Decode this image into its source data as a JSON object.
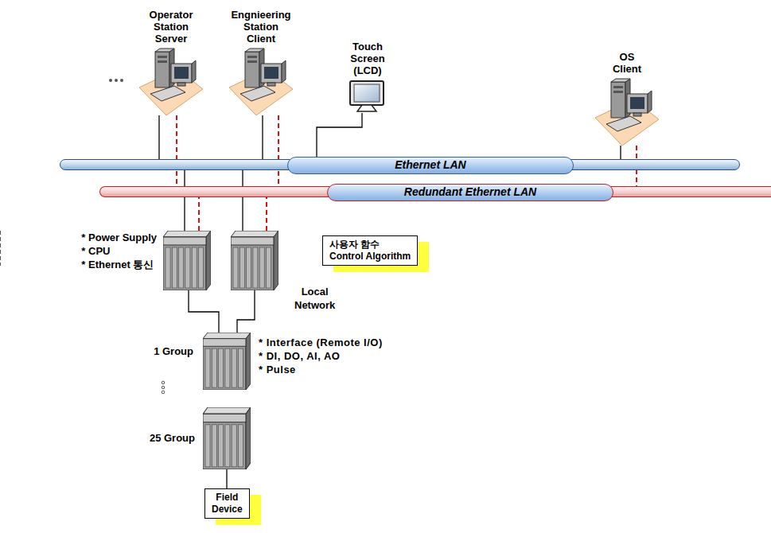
{
  "diagram": {
    "nodes": [
      {
        "text": [
          "Operator Station Server"
        ]
      },
      {
        "text": [
          "Engnieering Station Client"
        ]
      },
      {
        "text": [
          "Touch Screen (LCD)"
        ]
      },
      {
        "text": [
          "OS Client"
        ]
      },
      {
        "text": [
          "Ethernet LAN"
        ]
      },
      {
        "text": [
          "Redundant Ethernet LAN"
        ]
      },
      {
        "text": [
          "* Power Supply",
          "* CPU",
          "* Ethernet 통신"
        ]
      },
      {
        "text": [
          "Local Network"
        ]
      },
      {
        "text": [
          "사용자 함수",
          "Control Algorithm"
        ]
      },
      {
        "text": [
          "1 Group",
          "* Interface (Remote I/O)",
          "* DI, DO, AI, AO",
          "* Pulse"
        ]
      },
      {
        "text": [
          "25 Group"
        ]
      },
      {
        "text": [
          "Field Device"
        ]
      }
    ],
    "edges": [
      {
        "from": 0,
        "to": 4,
        "arrow": "none"
      },
      {
        "from": 0,
        "to": 5,
        "arrow": "none"
      },
      {
        "from": 1,
        "to": 4,
        "arrow": "none"
      },
      {
        "from": 1,
        "to": 5,
        "arrow": "none"
      },
      {
        "from": 2,
        "to": 4,
        "arrow": "none"
      },
      {
        "from": 3,
        "to": 4,
        "arrow": "none"
      },
      {
        "from": 3,
        "to": 5,
        "arrow": "none"
      },
      {
        "from": 6,
        "to": 4,
        "arrow": "none"
      },
      {
        "from": 6,
        "to": 5,
        "arrow": "none"
      },
      {
        "from": 7,
        "to": 4,
        "arrow": "none"
      },
      {
        "from": 7,
        "to": 5,
        "arrow": "none"
      },
      {
        "from": 7,
        "to": 8,
        "arrow": "none"
      },
      {
        "from": 6,
        "to": 9,
        "arrow": "none"
      },
      {
        "from": 7,
        "to": 9,
        "arrow": "none"
      },
      {
        "from": 10,
        "to": 11,
        "arrow": "none"
      }
    ]
  }
}
